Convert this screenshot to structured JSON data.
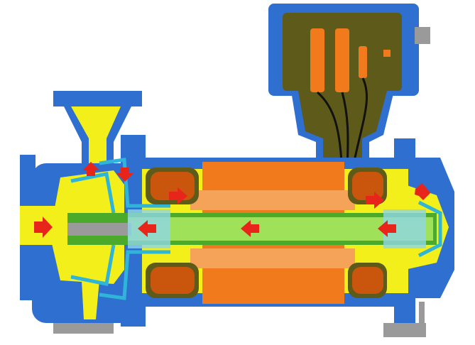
{
  "diagram": {
    "colors": {
      "casing": "#2f6fd0",
      "casing_dark": "#1d4fa8",
      "fluid": "#f2ef1a",
      "stator": "#f07a1c",
      "stator_light": "#f6a35a",
      "winding": "#c9560c",
      "rotor": "#9fe25a",
      "rotor_dark": "#4caa2a",
      "terminal_box": "#5d5a1a",
      "sleeve": "#8fd7e6",
      "arrow": "#e8251a",
      "steel": "#9a9a9a"
    },
    "flow_arrows": [
      {
        "dir": "right"
      },
      {
        "dir": "up"
      },
      {
        "dir": "down"
      },
      {
        "dir": "right"
      },
      {
        "dir": "left"
      },
      {
        "dir": "left"
      },
      {
        "dir": "right"
      },
      {
        "dir": "down-right"
      },
      {
        "dir": "left"
      }
    ]
  }
}
